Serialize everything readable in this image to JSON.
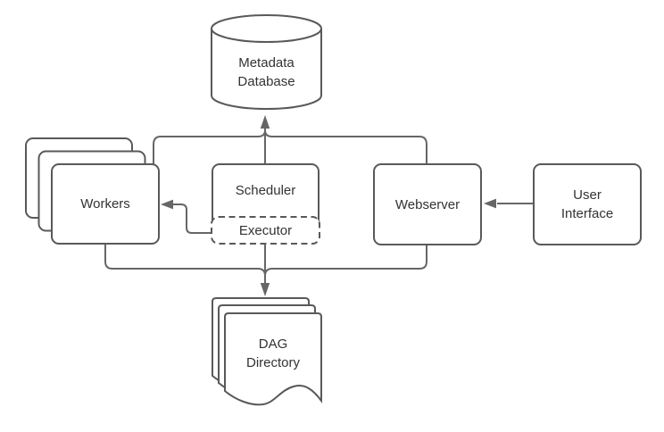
{
  "background": "#ffffff",
  "palette": {
    "node_border": "#595959",
    "edge_color": "#666666",
    "text_color": "#333333",
    "node_fill": "#ffffff"
  },
  "nodes": {
    "metadata_database": {
      "label": "Metadata Database",
      "shape": "cylinder"
    },
    "workers": {
      "label": "Workers",
      "shape": "rounded-rect-stack-of-3"
    },
    "scheduler": {
      "label": "Scheduler",
      "shape": "rounded-rect"
    },
    "executor": {
      "label": "Executor",
      "shape": "rounded-rect-dashed"
    },
    "webserver": {
      "label": "Webserver",
      "shape": "rounded-rect"
    },
    "user_interface": {
      "label": "User Interface",
      "shape": "rounded-rect"
    },
    "dag_directory": {
      "label": "DAG Directory",
      "shape": "document-stack-of-3"
    }
  },
  "edges": [
    {
      "from": "scheduler",
      "to": "metadata_database",
      "arrow": true
    },
    {
      "from": "workers",
      "to": "metadata_database",
      "arrow": true,
      "via": "top-rail"
    },
    {
      "from": "webserver",
      "to": "metadata_database",
      "arrow": true,
      "via": "top-rail"
    },
    {
      "from": "executor",
      "to": "workers",
      "arrow": true
    },
    {
      "from": "user_interface",
      "to": "webserver",
      "arrow": true
    },
    {
      "from": "executor",
      "to": "dag_directory",
      "arrow": true
    },
    {
      "from": "workers",
      "to": "dag_directory",
      "arrow": true,
      "via": "bottom-rail"
    },
    {
      "from": "webserver",
      "to": "dag_directory",
      "arrow": true,
      "via": "bottom-rail"
    }
  ]
}
